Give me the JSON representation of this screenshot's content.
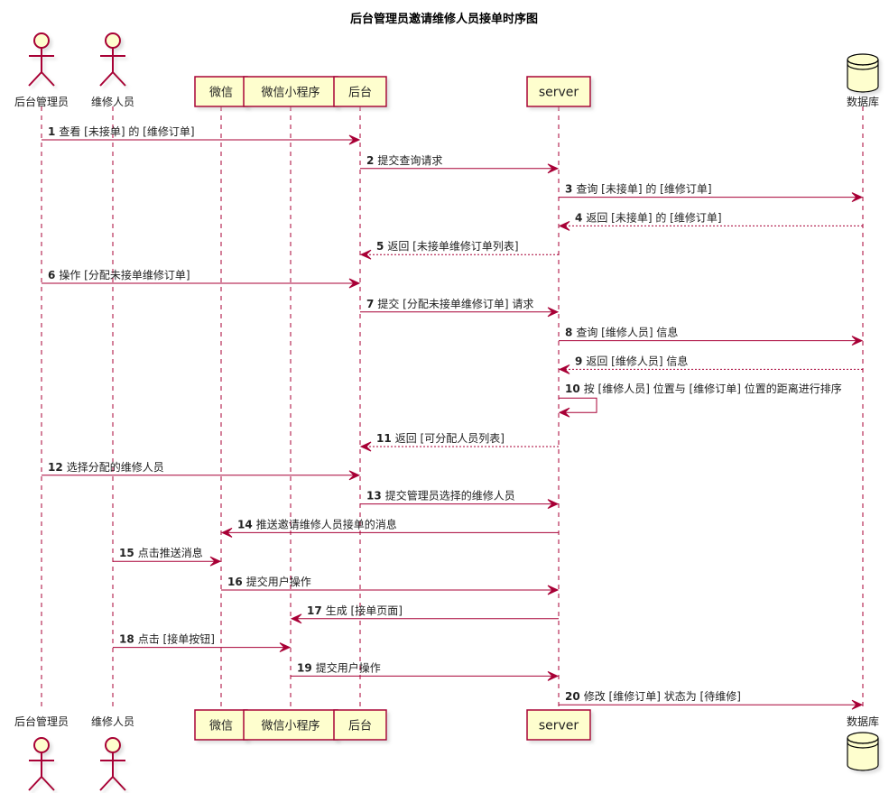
{
  "title": "后台管理员邀请维修人员接单时序图",
  "colors": {
    "line": "#A80036",
    "box_fill": "#FEFECE",
    "box_border": "#A80036",
    "text": "#222222",
    "shadow": "#c8c8c8"
  },
  "participants": [
    {
      "id": "admin",
      "label": "后台管理员",
      "kind": "actor"
    },
    {
      "id": "repairer",
      "label": "维修人员",
      "kind": "actor"
    },
    {
      "id": "wechat",
      "label": "微信",
      "kind": "box"
    },
    {
      "id": "miniapp",
      "label": "微信小程序",
      "kind": "box"
    },
    {
      "id": "backend",
      "label": "后台",
      "kind": "box"
    },
    {
      "id": "server",
      "label": "server",
      "kind": "box"
    },
    {
      "id": "db",
      "label": "数据库",
      "kind": "database"
    }
  ],
  "messages": [
    {
      "num": "1",
      "text": "查看 [未接单] 的 [维修订单]",
      "from": "admin",
      "to": "backend",
      "dashed": false
    },
    {
      "num": "2",
      "text": "提交查询请求",
      "from": "backend",
      "to": "server",
      "dashed": false
    },
    {
      "num": "3",
      "text": "查询 [未接单] 的 [维修订单]",
      "from": "server",
      "to": "db",
      "dashed": false
    },
    {
      "num": "4",
      "text": "返回 [未接单] 的 [维修订单]",
      "from": "db",
      "to": "server",
      "dashed": true
    },
    {
      "num": "5",
      "text": "返回 [未接单维修订单列表]",
      "from": "server",
      "to": "backend",
      "dashed": true
    },
    {
      "num": "6",
      "text": "操作 [分配未接单维修订单]",
      "from": "admin",
      "to": "backend",
      "dashed": false
    },
    {
      "num": "7",
      "text": "提交 [分配未接单维修订单] 请求",
      "from": "backend",
      "to": "server",
      "dashed": false
    },
    {
      "num": "8",
      "text": "查询 [维修人员] 信息",
      "from": "server",
      "to": "db",
      "dashed": false
    },
    {
      "num": "9",
      "text": "返回 [维修人员] 信息",
      "from": "db",
      "to": "server",
      "dashed": true
    },
    {
      "num": "10",
      "text": "按 [维修人员] 位置与 [维修订单] 位置的距离进行排序",
      "from": "server",
      "to": "server",
      "dashed": false
    },
    {
      "num": "11",
      "text": "返回 [可分配人员列表]",
      "from": "server",
      "to": "backend",
      "dashed": true
    },
    {
      "num": "12",
      "text": "选择分配的维修人员",
      "from": "admin",
      "to": "backend",
      "dashed": false
    },
    {
      "num": "13",
      "text": "提交管理员选择的维修人员",
      "from": "backend",
      "to": "server",
      "dashed": false
    },
    {
      "num": "14",
      "text": "推送邀请维修人员接单的消息",
      "from": "server",
      "to": "wechat",
      "dashed": false
    },
    {
      "num": "15",
      "text": "点击推送消息",
      "from": "repairer",
      "to": "wechat",
      "dashed": false
    },
    {
      "num": "16",
      "text": "提交用户操作",
      "from": "wechat",
      "to": "server",
      "dashed": false
    },
    {
      "num": "17",
      "text": "生成 [接单页面]",
      "from": "server",
      "to": "miniapp",
      "dashed": false
    },
    {
      "num": "18",
      "text": "点击 [接单按钮]",
      "from": "repairer",
      "to": "miniapp",
      "dashed": false
    },
    {
      "num": "19",
      "text": "提交用户操作",
      "from": "miniapp",
      "to": "server",
      "dashed": false
    },
    {
      "num": "20",
      "text": "修改 [维修订单] 状态为 [待维修]",
      "from": "server",
      "to": "db",
      "dashed": false
    }
  ]
}
